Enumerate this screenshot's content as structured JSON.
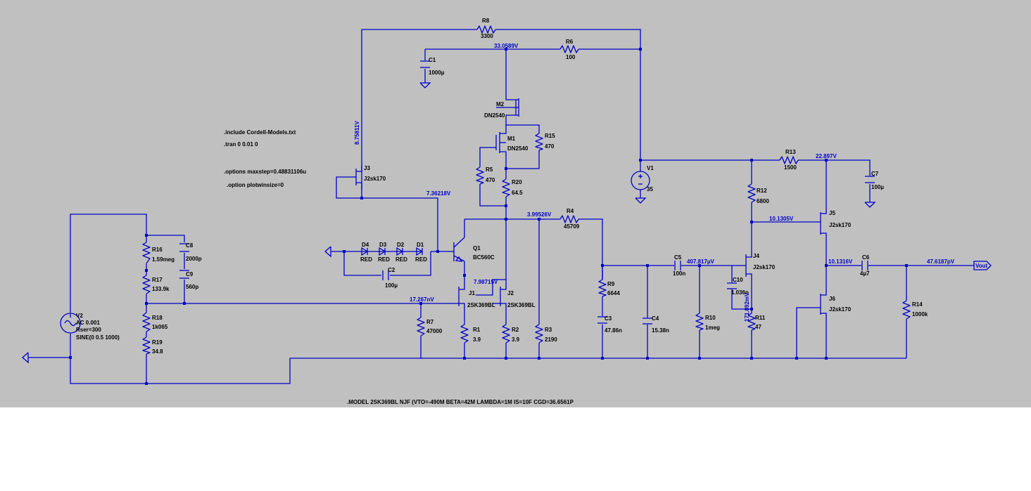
{
  "directives": [
    ".include Cordell-Models.txt",
    ".tran 0 0.01 0",
    ".options maxstep=0.48831106u",
    ".option plotwinsize=0"
  ],
  "model_line": ".MODEL 2SK369BL NJF (VTO=-490M BETA=42M LAMBDA=1M IS=10F CGD=36.6561P",
  "components": {
    "R8": {
      "name": "R8",
      "value": "3300"
    },
    "R6": {
      "name": "R6",
      "value": "100"
    },
    "C1": {
      "name": "C1",
      "value": "1000µ"
    },
    "M2": {
      "name": "M2",
      "value": "DN2540"
    },
    "M1": {
      "name": "M1",
      "value": "DN2540"
    },
    "R15": {
      "name": "R15",
      "value": "470"
    },
    "R5": {
      "name": "R5",
      "value": "470"
    },
    "R20": {
      "name": "R20",
      "value": "64.5"
    },
    "J3": {
      "name": "J3",
      "value": "J2sk170"
    },
    "V1": {
      "name": "V1",
      "value": "35"
    },
    "R13": {
      "name": "R13",
      "value": "1500"
    },
    "C7": {
      "name": "C7",
      "value": "100µ"
    },
    "R12": {
      "name": "R12",
      "value": "6800"
    },
    "J5": {
      "name": "J5",
      "value": "J2sk170"
    },
    "R4": {
      "name": "R4",
      "value": "45709"
    },
    "Q1": {
      "name": "Q1",
      "value": "BC560C"
    },
    "D4": {
      "name": "D4",
      "value": "RED"
    },
    "D3": {
      "name": "D3",
      "value": "RED"
    },
    "D2": {
      "name": "D2",
      "value": "RED"
    },
    "D1": {
      "name": "D1",
      "value": "RED"
    },
    "C2": {
      "name": "C2",
      "value": "100µ"
    },
    "R16": {
      "name": "R16",
      "value": "1.59meg"
    },
    "C8": {
      "name": "C8",
      "value": "2000p"
    },
    "R17": {
      "name": "R17",
      "value": "133.9k"
    },
    "C9": {
      "name": "C9",
      "value": "560p"
    },
    "R18": {
      "name": "R18",
      "value": "1k065"
    },
    "R19": {
      "name": "R19",
      "value": "34.8"
    },
    "J1": {
      "name": "J1",
      "value": "2SK369BL"
    },
    "J2": {
      "name": "J2",
      "value": "2SK369BL"
    },
    "R7": {
      "name": "R7",
      "value": "47000"
    },
    "R1": {
      "name": "R1",
      "value": "3.9"
    },
    "R2": {
      "name": "R2",
      "value": "3.9"
    },
    "R3": {
      "name": "R3",
      "value": "2190"
    },
    "R9": {
      "name": "R9",
      "value": "6644"
    },
    "C3": {
      "name": "C3",
      "value": "47.86n"
    },
    "C4": {
      "name": "C4",
      "value": "15.38n"
    },
    "C5": {
      "name": "C5",
      "value": "100n"
    },
    "R10": {
      "name": "R10",
      "value": "1meg"
    },
    "J4": {
      "name": "J4",
      "value": "J2sk170"
    },
    "C10": {
      "name": "C10",
      "value": "1.036n"
    },
    "R11": {
      "name": "R11",
      "value": "47"
    },
    "C6": {
      "name": "C6",
      "value": "4µ7"
    },
    "J6": {
      "name": "J6",
      "value": "J2sk170"
    },
    "R14": {
      "name": "R14",
      "value": "1000k"
    },
    "V2": {
      "name": "V2",
      "lines": [
        "AC 0.001",
        "Rser=300",
        "SINE(0 0.5 1000)"
      ]
    }
  },
  "node_voltages": {
    "n_top": "33.0589V",
    "n_j3": "8.75811V",
    "n_q1e": "7.36218V",
    "n_r4": "3.99526V",
    "n_j2d": "7.98715V",
    "n_j1g": "17.267nV",
    "n_c5": "407.817µV",
    "n_r11": "171.892mV",
    "n_r13": "22.897V",
    "n_j5g": "10.1305V",
    "n_j5s": "10.1316V",
    "n_out": "47.6187pV"
  },
  "out_label": "Vout"
}
